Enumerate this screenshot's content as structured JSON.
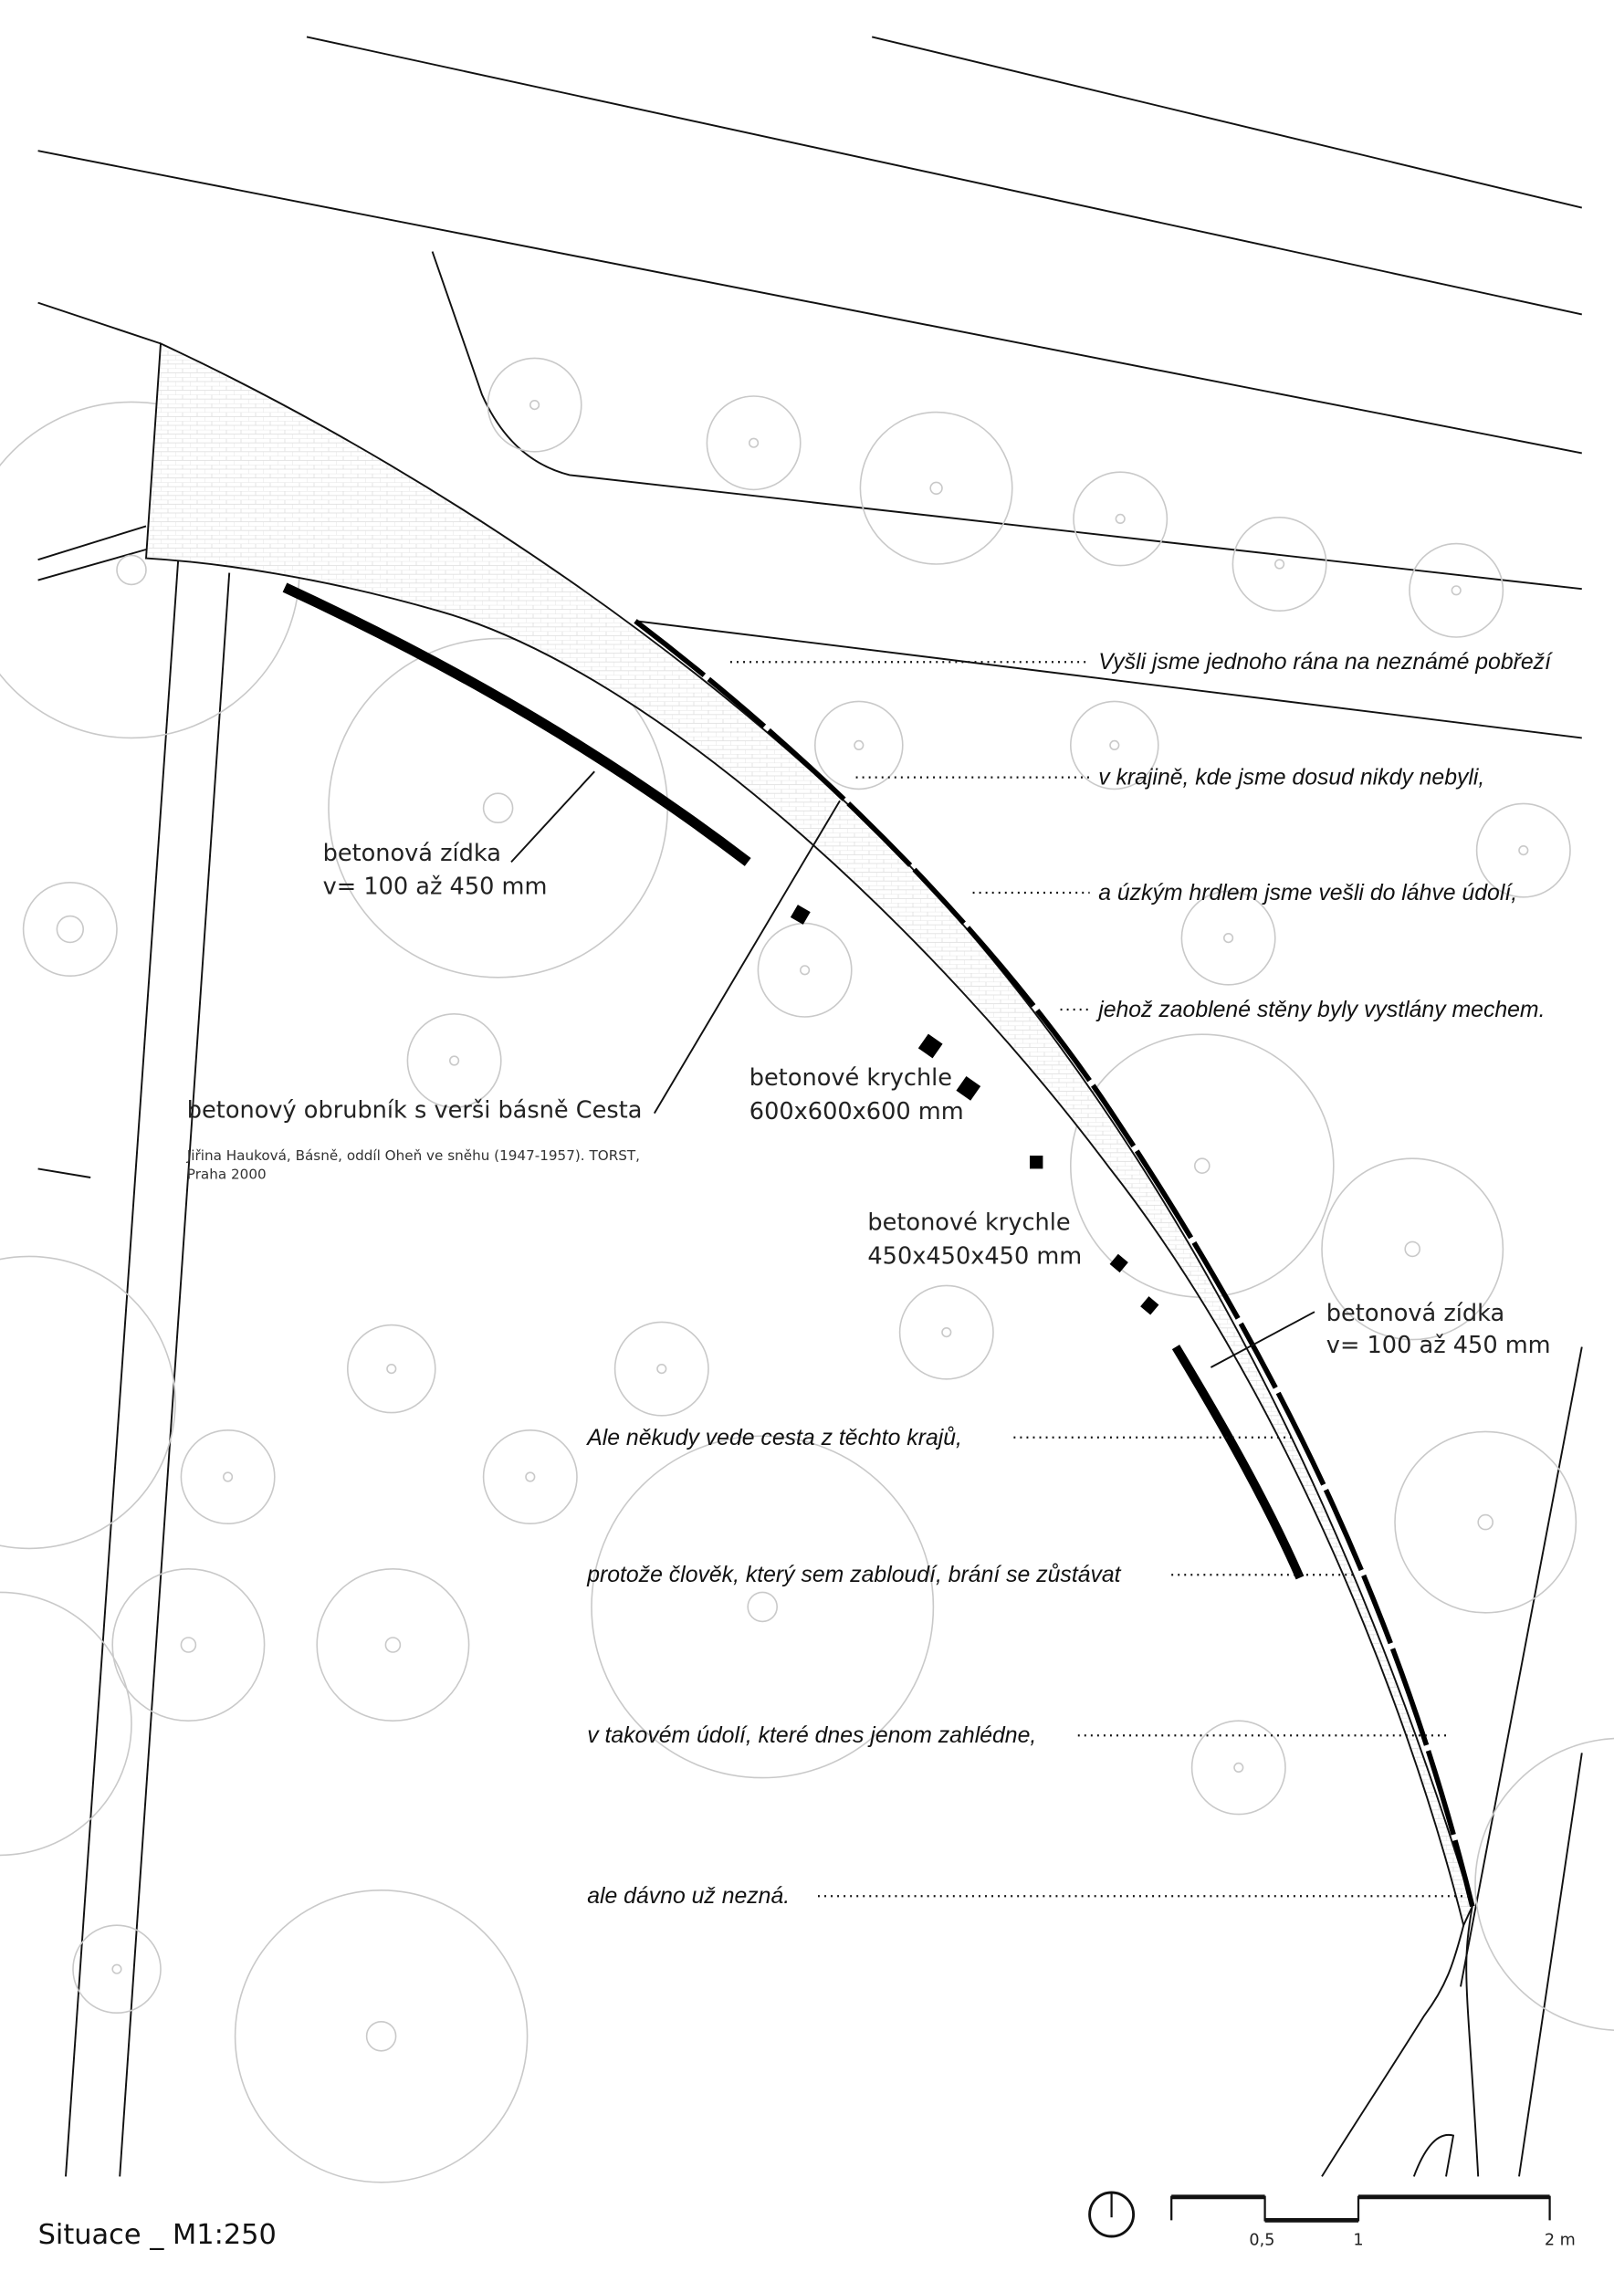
{
  "title": "Situace _ M1:250",
  "labels": {
    "wall_upper": {
      "line1": "betonová zídka",
      "line2": "v= 100 až 450 mm"
    },
    "curb": "betonový obrubník s verši básně Cesta",
    "citation": {
      "line1": "Jiřina Hauková, Básně, oddíl Oheň ve sněhu (1947-1957). TORST,",
      "line2": "Praha 2000"
    },
    "cubes_large": {
      "line1": "betonové krychle",
      "line2": "600x600x600 mm"
    },
    "cubes_small": {
      "line1": "betonové krychle",
      "line2": "450x450x450 mm"
    },
    "wall_lower": {
      "line1": "betonová zídka",
      "line2": "v= 100 až 450 mm"
    }
  },
  "poem": [
    "Vyšli jsme jednoho rána na neznámé pobřeží",
    "v krajině, kde jsme dosud nikdy nebyli,",
    "a úzkým hrdlem jsme vešli do láhve údolí,",
    "jehož zaoblené stěny byly vystlány mechem.",
    "Ale někudy vede cesta z těchto krajů,",
    "protože člověk, který sem zabloudí, brání se zůstávat",
    "v takovém údolí, které dnes jenom zahlédne,",
    "ale dávno už nezná."
  ],
  "scale_bar": {
    "ticks": [
      "0,5",
      "1",
      "2 m"
    ]
  },
  "icons": {
    "north": "north-arrow-icon"
  }
}
